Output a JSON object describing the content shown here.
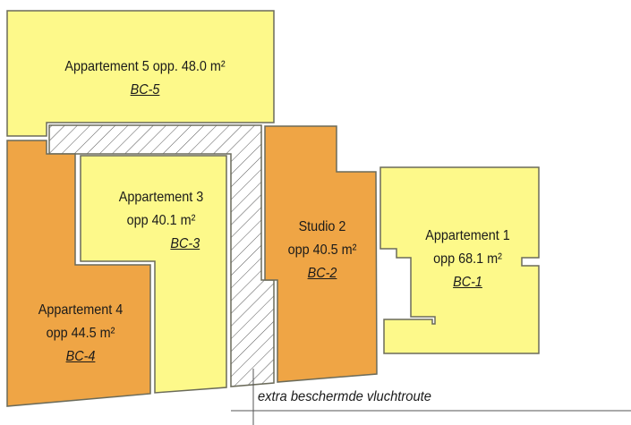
{
  "colors": {
    "yellow": "#fdf98a",
    "orange": "#efa545",
    "outline": "#6b6b5a"
  },
  "units": [
    {
      "id": "apt5",
      "name": "Appartement 5 opp. 48.0 m²",
      "code": "BC-5",
      "color": "yellow"
    },
    {
      "id": "apt3",
      "name": "Appartement 3",
      "area": "opp 40.1 m²",
      "code": "BC-3",
      "color": "yellow"
    },
    {
      "id": "studio2",
      "name": "Studio 2",
      "area": "opp 40.5 m²",
      "code": "BC-2",
      "color": "orange"
    },
    {
      "id": "apt1",
      "name": "Appartement 1",
      "area": "opp 68.1 m²",
      "code": "BC-1",
      "color": "yellow"
    },
    {
      "id": "apt4",
      "name": "Appartement 4",
      "area": "opp 44.5 m²",
      "code": "BC-4",
      "color": "orange"
    }
  ],
  "escape_route_label": "extra beschermde vluchtroute"
}
